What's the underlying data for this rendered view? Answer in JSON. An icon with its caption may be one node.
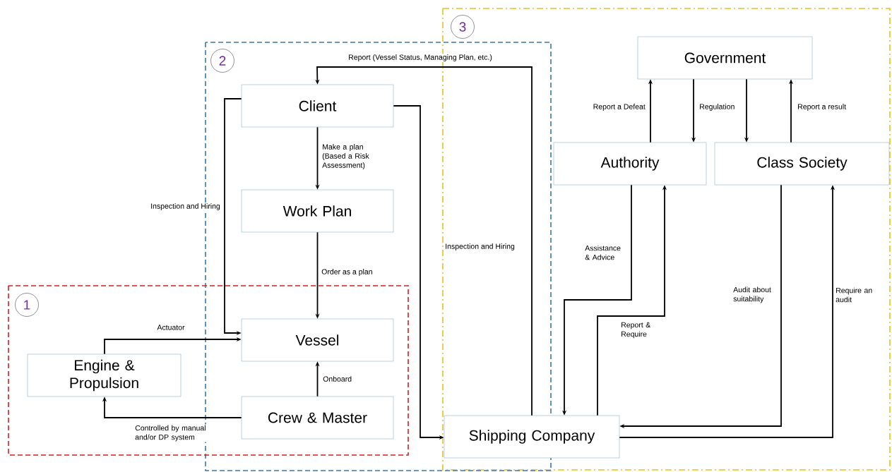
{
  "diagram": {
    "nodes": [
      {
        "text": [
          "1"
        ]
      },
      {
        "text": [
          "2"
        ]
      },
      {
        "text": [
          "3"
        ]
      },
      {
        "text": [
          "Client"
        ]
      },
      {
        "text": [
          "Work Plan"
        ]
      },
      {
        "text": [
          "Government"
        ]
      },
      {
        "text": [
          "Authority"
        ]
      },
      {
        "text": [
          "Class Society"
        ]
      },
      {
        "text": [
          "Vessel"
        ]
      },
      {
        "text": [
          "Engine & Propulsion"
        ]
      },
      {
        "text": [
          "Crew & Master"
        ]
      },
      {
        "text": [
          "Shipping Company"
        ]
      }
    ],
    "edges": [
      {
        "from": 11,
        "to": 3,
        "arrow": "to",
        "label": "Report (Vessel Status, Managing Plan, etc.)"
      },
      {
        "from": 3,
        "to": 4,
        "arrow": "to",
        "label": "Make a plan (Based a Risk Assessment)"
      },
      {
        "from": 4,
        "to": 8,
        "arrow": "to",
        "label": "Order as a plan"
      },
      {
        "from": 3,
        "to": 8,
        "arrow": "to",
        "label": "Inspection and Hiring"
      },
      {
        "from": 3,
        "to": 11,
        "arrow": "to",
        "label": "Inspection and Hiring"
      },
      {
        "from": 9,
        "to": 8,
        "arrow": "to",
        "label": "Actuator"
      },
      {
        "from": 10,
        "to": 9,
        "arrow": "to",
        "label": "Controlled by manual and/or DP system"
      },
      {
        "from": 10,
        "to": 8,
        "arrow": "to",
        "label": "Onboard"
      },
      {
        "from": 6,
        "to": 5,
        "arrow": "to",
        "label": "Report a Defeat"
      },
      {
        "from": 5,
        "to": 6,
        "arrow": "to",
        "label": "Regulation"
      },
      {
        "from": 5,
        "to": 7,
        "arrow": "to"
      },
      {
        "from": 7,
        "to": 5,
        "arrow": "to",
        "label": "Report a result"
      },
      {
        "from": 6,
        "to": 11,
        "arrow": "to",
        "label": "Assistance & Advice"
      },
      {
        "from": 11,
        "to": 6,
        "arrow": "to",
        "label": "Report & Require"
      },
      {
        "from": 7,
        "to": 11,
        "arrow": "to",
        "label": "Audit about suitability"
      },
      {
        "from": 11,
        "to": 7,
        "arrow": "to",
        "label": "Require an audit"
      }
    ]
  }
}
